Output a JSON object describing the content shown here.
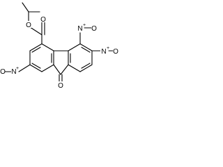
{
  "molecule": {
    "atoms": {
      "ester_carbonyl_o": "O",
      "ester_ether_o": "O",
      "ketone_o": "O",
      "left_nitro_o": "O",
      "left_nitro_n": "N",
      "left_nitro_plus": "+",
      "upper_nitro_n": "N",
      "upper_nitro_plus": "+",
      "upper_nitro_o": "O",
      "right_nitro_n": "N",
      "right_nitro_plus": "+",
      "right_nitro_o": "O"
    }
  }
}
